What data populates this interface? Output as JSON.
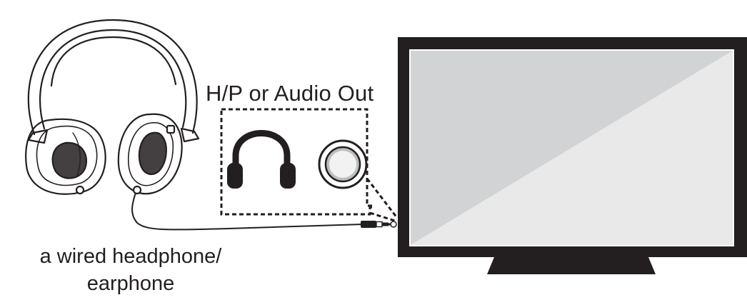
{
  "port_label": "H/P or Audio Out",
  "device_caption": {
    "line1": "a wired headphone/",
    "line2": "earphone"
  },
  "icons": {
    "headphones": "wired-headphones-icon",
    "headphone_symbol": "headphone-symbol-icon",
    "audio_jack": "audio-jack-icon",
    "plug": "3.5mm-plug-icon",
    "tv": "television-icon"
  },
  "colors": {
    "line": "#231f20",
    "screen_light": "#e9e9ea",
    "screen_dark": "#d2d3d4",
    "jack_fill": "#bcbdbf"
  }
}
